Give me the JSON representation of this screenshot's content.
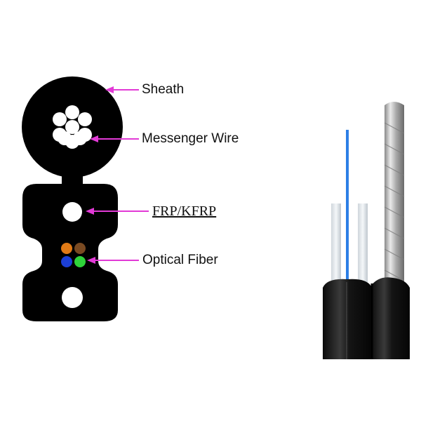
{
  "labels": {
    "sheath": "Sheath",
    "messenger_wire": "Messenger Wire",
    "frp": "FRP/KFRP",
    "optical_fiber": "Optical Fiber"
  },
  "colors": {
    "sheath": "#000000",
    "pointer": "#e23ad6",
    "fiber_orange": "#e07a16",
    "fiber_brown": "#7a4a22",
    "fiber_blue": "#1c3fd6",
    "fiber_green": "#2fd43a"
  }
}
